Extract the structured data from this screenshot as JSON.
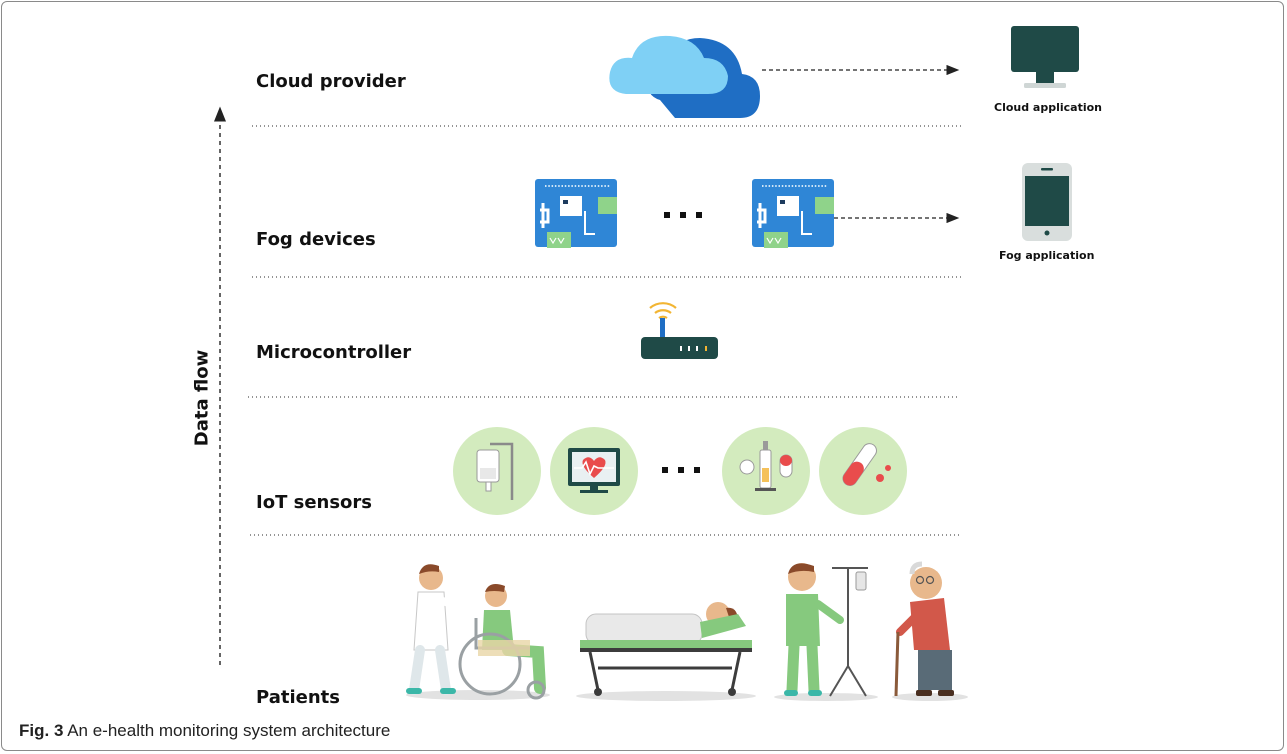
{
  "axis": {
    "label": "Data flow"
  },
  "layers": [
    {
      "label": "Cloud provider"
    },
    {
      "label": "Fog devices"
    },
    {
      "label": "Microcontroller"
    },
    {
      "label": "IoT sensors"
    },
    {
      "label": "Patients"
    }
  ],
  "applications": {
    "cloud": "Cloud application",
    "fog": "Fog application"
  },
  "ellipsis": "...",
  "caption": {
    "prefix": "Fig. 3",
    "text": " An e-health monitoring system architecture"
  },
  "colors": {
    "cloud_light": "#7fd0f5",
    "cloud_dark": "#1f6ec4",
    "board": "#2f86d6",
    "chip_green": "#8fd38a",
    "sensor_bg": "#d3ebbe",
    "screen": "#1f4a47",
    "router": "#1f4a47",
    "wifi": "#f2b533"
  }
}
